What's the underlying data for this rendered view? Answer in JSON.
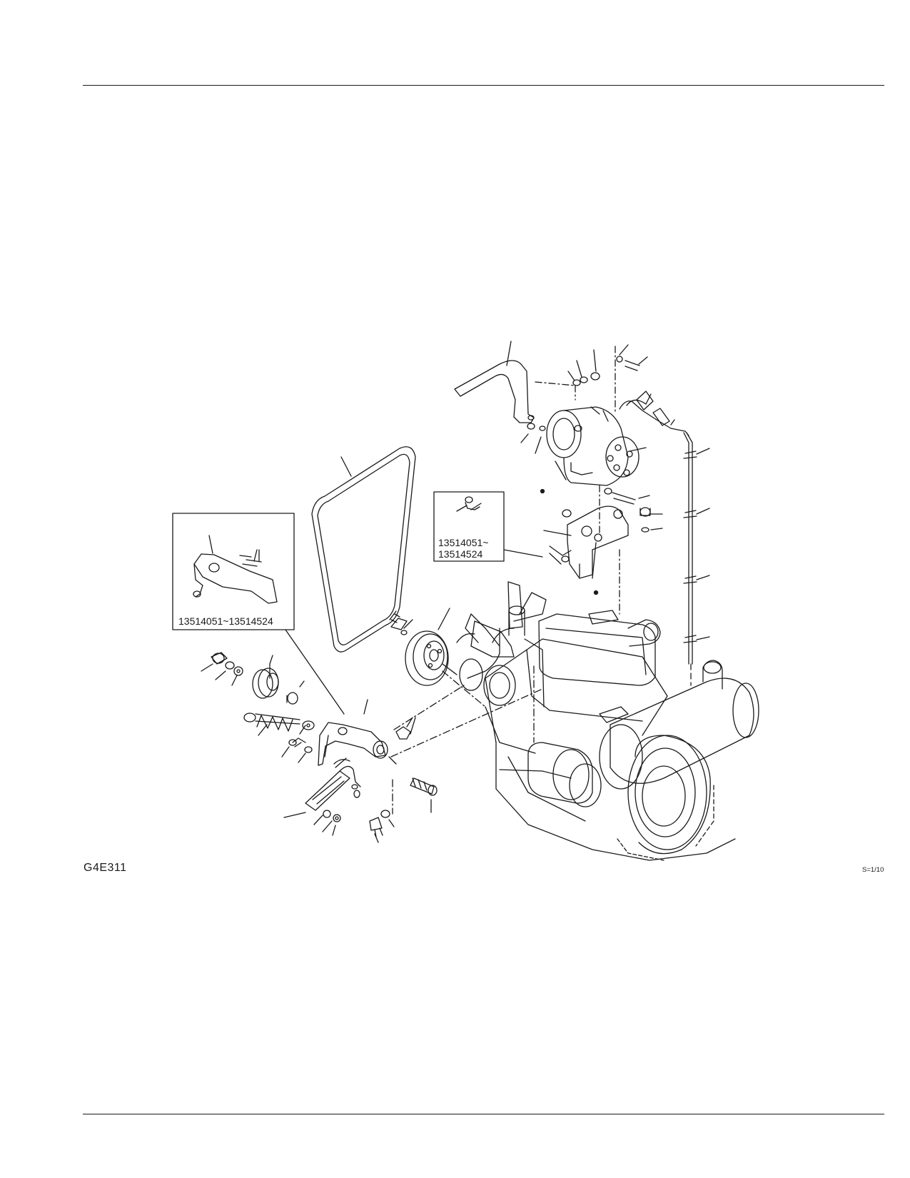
{
  "figure": {
    "code": "G4E311",
    "scale": "S=1/10"
  },
  "insets": {
    "left_serial_range": "13514051~13514524",
    "right_serial_line1": "13514051~",
    "right_serial_line2": "13514524"
  },
  "colors": {
    "ink": "#1a1a1a",
    "paper": "#ffffff"
  }
}
